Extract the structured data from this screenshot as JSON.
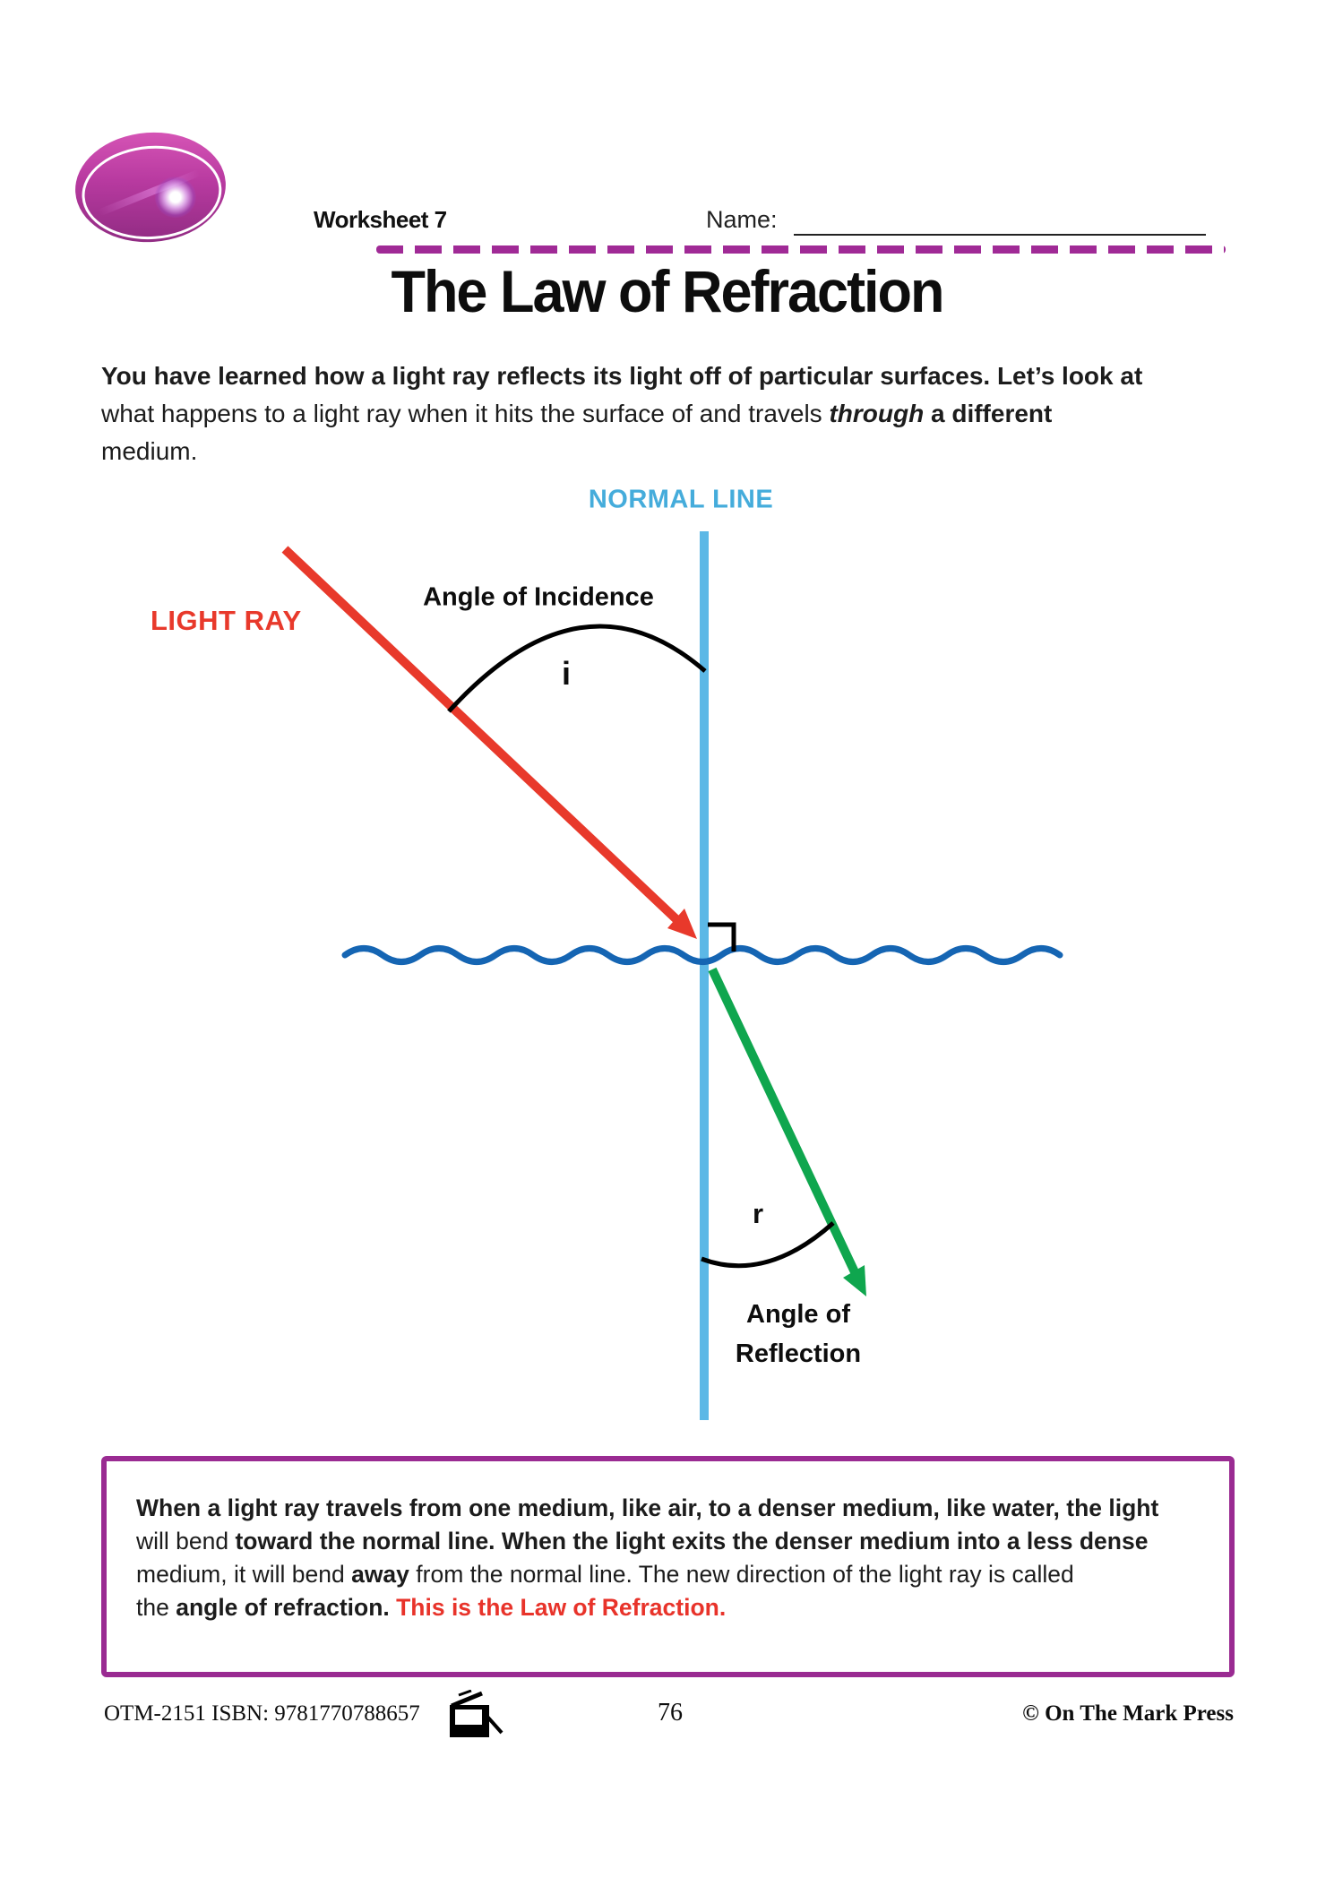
{
  "header": {
    "worksheet_label": "Worksheet 7",
    "name_label": "Name:"
  },
  "title": "The Law of Refraction",
  "intro": {
    "line1_bold": "You have learned how a light ray reflects its light off of particular surfaces. Let’s look at",
    "line2_regular": "what happens to a light ray when it hits the surface of and travels ",
    "line2_bold_italic": "through",
    "line2_bold_end": " a different",
    "line3_regular": "medium."
  },
  "diagram": {
    "normal_line_label": "NORMAL LINE",
    "light_ray_label": "LIGHT RAY",
    "incidence_label": "Angle of Incidence",
    "incidence_symbol": "i",
    "refraction_symbol": "r",
    "reflection_label_line1": "Angle of",
    "reflection_label_line2": "Reflection",
    "colors": {
      "normal_line": "#5CB8E6",
      "normal_line_label_text": "#45ACDB",
      "light_ray": "#E8392B",
      "refracted_ray": "#0FA64E",
      "water_line": "#1565B3",
      "annotations": "#000000"
    }
  },
  "info_box": {
    "border_color": "#9A2B92",
    "line1_bold": "When a light ray travels from one medium, like air, to a denser medium, like water, the light",
    "line2_regular": "will bend ",
    "line2_bold": "toward the normal line. When the light exits the denser medium into a less dense",
    "line3_regular_a": "medium, it will bend ",
    "line3_bold": "away",
    "line3_regular_b": " from the normal line. The new direction of the light ray is called",
    "line4_regular": "the ",
    "line4_bold": "angle of refraction. ",
    "line4_red_bold": "This is the Law of Refraction.",
    "red_text_color": "#E8332A"
  },
  "separator": {
    "color": "#A02A96"
  },
  "logo": {
    "ring_color": "#B83AA0",
    "description_icon": "starburst-space-logo-icon"
  },
  "footer": {
    "left_text": "OTM-2151  ISBN: 9781770788657",
    "page_number": "76",
    "right_text": "© On The Mark Press",
    "icon": "copier-icon"
  }
}
